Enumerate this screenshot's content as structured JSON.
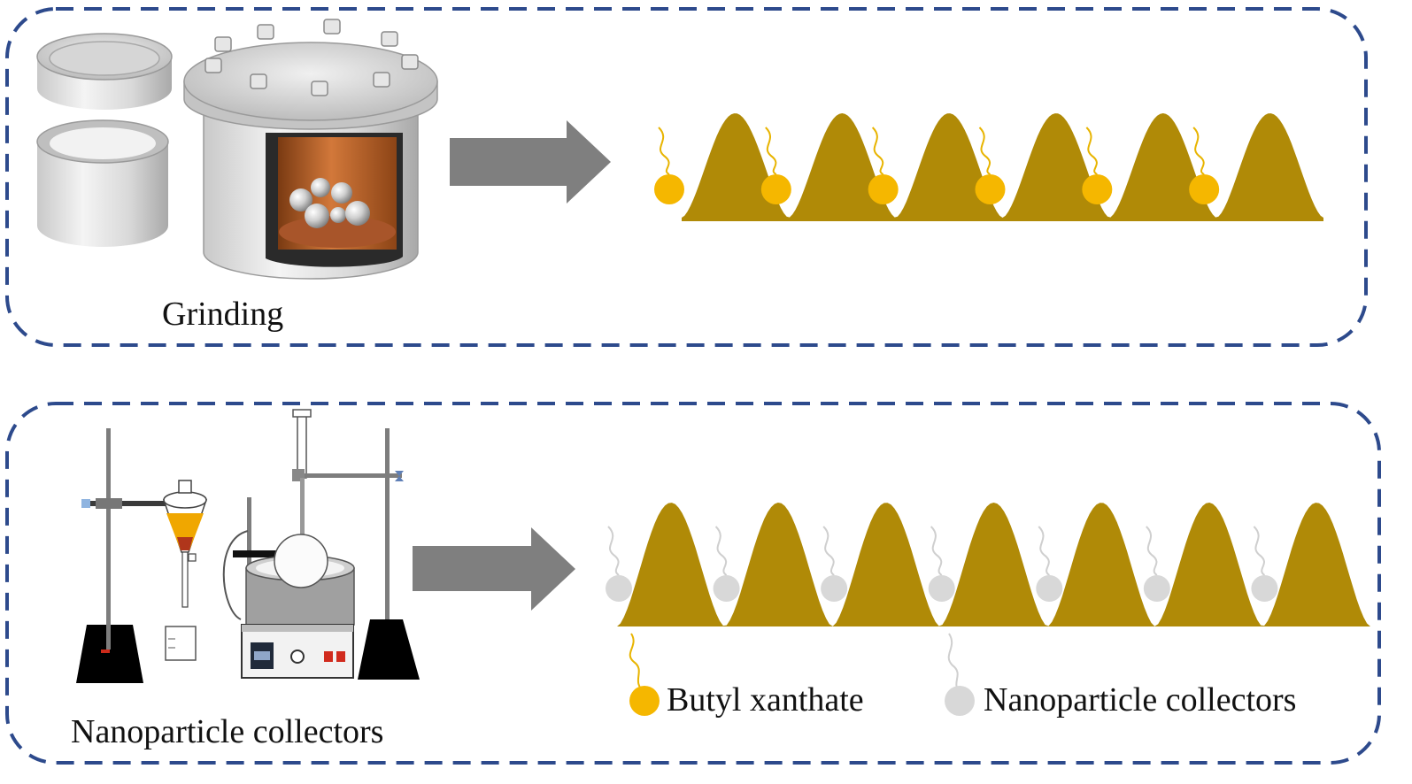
{
  "panels": {
    "grinding": {
      "caption": "Grinding",
      "adsorbed": "butyl-xanthate",
      "site_count": 6
    },
    "nano": {
      "caption": "Nanoparticle collectors",
      "adsorbed": "nanoparticle-collectors",
      "site_count": 7
    }
  },
  "legend": {
    "butyl_xanthate": "Butyl xanthate",
    "nanoparticle_collectors": "Nanoparticle collectors"
  },
  "colors": {
    "frame_dash": "#2d4a8c",
    "mineral_surface": "#b08a07",
    "xanthate": "#f5b700",
    "xanthate_tail": "#e8b400",
    "nanoparticle": "#d8d8d8",
    "nanoparticle_tail": "#cfcfcf",
    "arrow": "#7f7f7f",
    "jar_interior": "#c8622a"
  },
  "icons": [
    "ball-mill-jar-icon",
    "separatory-funnel-stand-icon",
    "heating-mantle-reflux-icon",
    "beaker-icon"
  ]
}
